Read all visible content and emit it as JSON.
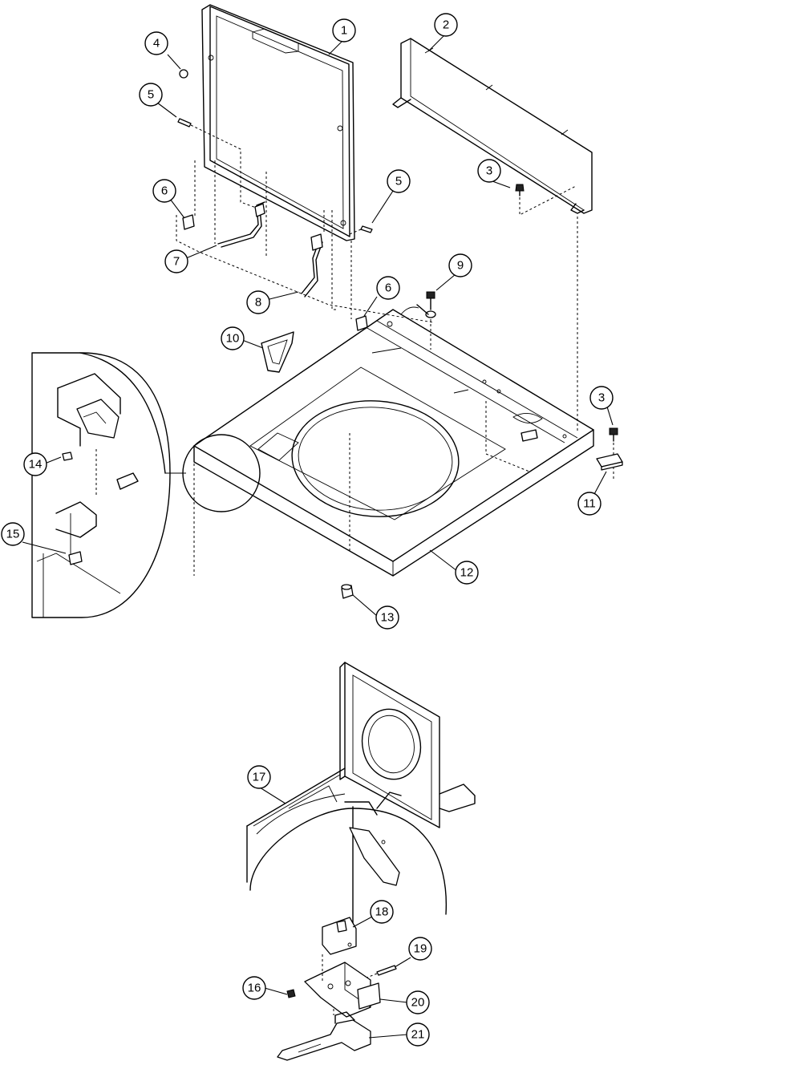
{
  "callouts": [
    {
      "id": "1",
      "label": "1"
    },
    {
      "id": "2",
      "label": "2"
    },
    {
      "id": "3a",
      "label": "3"
    },
    {
      "id": "3b",
      "label": "3"
    },
    {
      "id": "4",
      "label": "4"
    },
    {
      "id": "5a",
      "label": "5"
    },
    {
      "id": "5b",
      "label": "5"
    },
    {
      "id": "6a",
      "label": "6"
    },
    {
      "id": "6b",
      "label": "6"
    },
    {
      "id": "7",
      "label": "7"
    },
    {
      "id": "8",
      "label": "8"
    },
    {
      "id": "9",
      "label": "9"
    },
    {
      "id": "10",
      "label": "10"
    },
    {
      "id": "11",
      "label": "11"
    },
    {
      "id": "12",
      "label": "12"
    },
    {
      "id": "13",
      "label": "13"
    },
    {
      "id": "14",
      "label": "14"
    },
    {
      "id": "15",
      "label": "15"
    },
    {
      "id": "16",
      "label": "16"
    },
    {
      "id": "17",
      "label": "17"
    },
    {
      "id": "18",
      "label": "18"
    },
    {
      "id": "19",
      "label": "19"
    },
    {
      "id": "20",
      "label": "20"
    },
    {
      "id": "21",
      "label": "21"
    }
  ]
}
